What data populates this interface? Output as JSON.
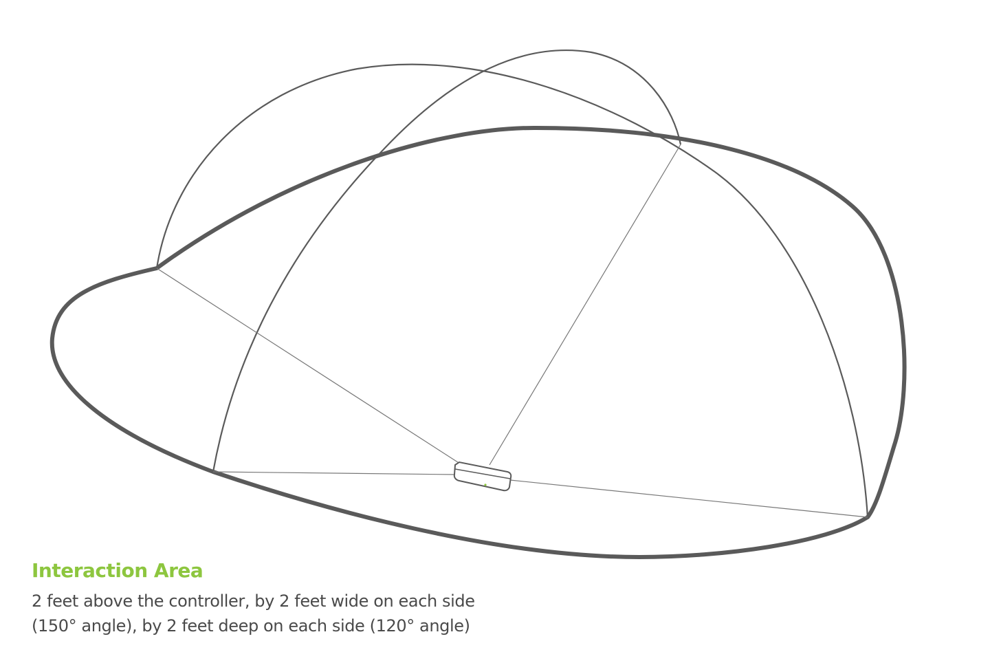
{
  "caption": {
    "title": "Interaction Area",
    "line1": "2 feet above the controller, by 2 feet wide on each side",
    "line2": "(150° angle), by 2 feet deep on each side (120° angle)"
  },
  "colors": {
    "accent": "#8dc63f",
    "outline": "#555555",
    "text": "#4a4a4a"
  }
}
